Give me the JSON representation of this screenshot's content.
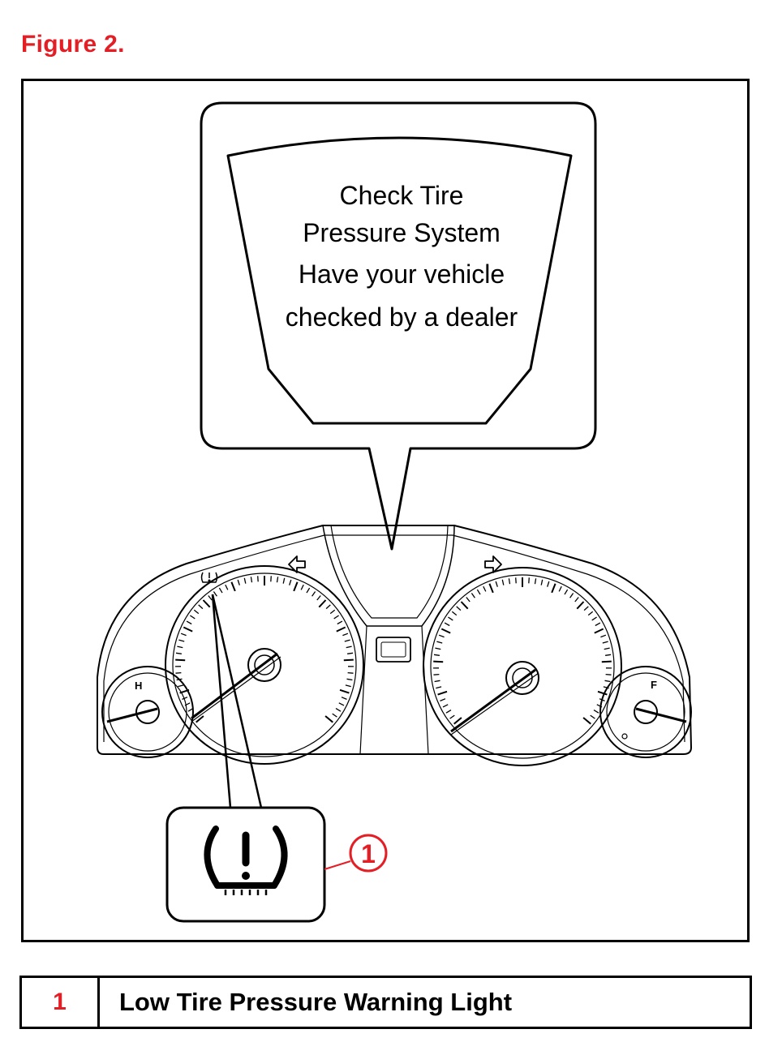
{
  "figure": {
    "title": "Figure 2."
  },
  "display_message": {
    "lines": [
      "Check Tire",
      "Pressure System",
      "Have your vehicle",
      "checked by a dealer"
    ]
  },
  "gauges": {
    "temp_label": "H",
    "fuel_label": "F"
  },
  "callout": {
    "number": "1"
  },
  "legend": {
    "rows": [
      {
        "number": "1",
        "label": "Low Tire Pressure Warning Light"
      }
    ]
  },
  "colors": {
    "accent_red": "#e41e25",
    "line": "#000000"
  },
  "icons": {
    "warning_light": "tire-pressure-warning-icon",
    "left_turn": "left-turn-arrow-icon",
    "right_turn": "right-turn-arrow-icon"
  }
}
